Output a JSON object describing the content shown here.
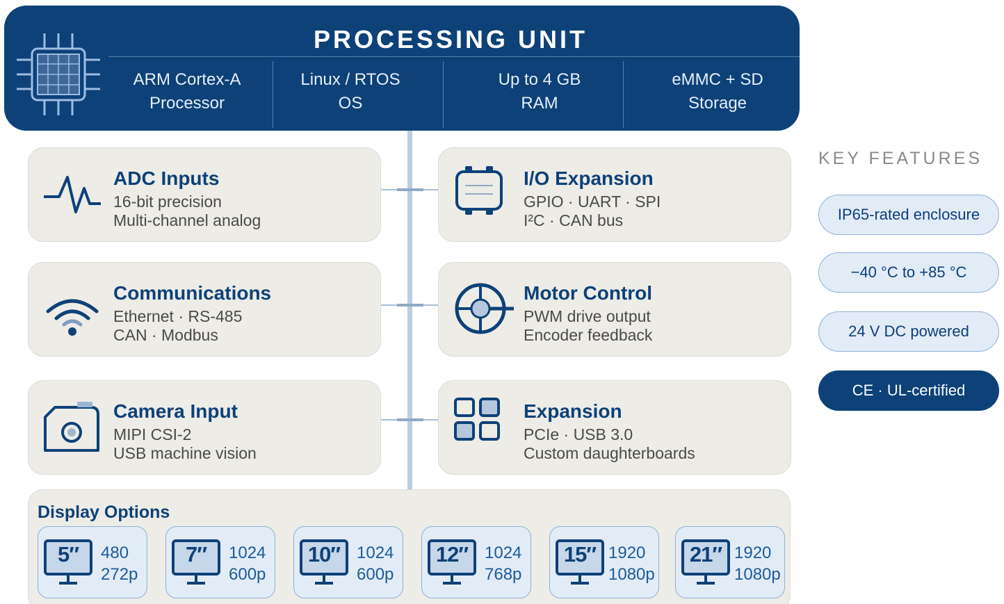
{
  "header": {
    "title": "PROCESSING UNIT",
    "specs": [
      {
        "line1": "ARM Cortex-A",
        "line2": "Processor"
      },
      {
        "line1": "Linux / RTOS",
        "line2": "OS"
      },
      {
        "line1": "Up to 4 GB",
        "line2": "RAM"
      },
      {
        "line1": "eMMC + SD",
        "line2": "Storage"
      }
    ]
  },
  "modules": [
    {
      "icon": "waveform-icon",
      "title": "ADC Inputs",
      "line1": "16-bit precision",
      "line2": "Multi-channel analog"
    },
    {
      "icon": "io-board-icon",
      "title": "I/O Expansion",
      "line1": "GPIO · UART · SPI",
      "line2": "I²C · CAN bus"
    },
    {
      "icon": "wifi-icon",
      "title": "Communications",
      "line1": "Ethernet · RS-485",
      "line2": "CAN · Modbus"
    },
    {
      "icon": "motor-icon",
      "title": "Motor Control",
      "line1": "PWM drive output",
      "line2": "Encoder feedback"
    },
    {
      "icon": "camera-icon",
      "title": "Camera Input",
      "line1": "MIPI CSI-2",
      "line2": "USB machine vision"
    },
    {
      "icon": "grid-icon",
      "title": "Expansion",
      "line1": "PCIe · USB 3.0",
      "line2": "Custom daughterboards"
    }
  ],
  "display_options": {
    "title": "Display Options",
    "items": [
      {
        "size": "5″",
        "res1": "480",
        "res2": "272p"
      },
      {
        "size": "7″",
        "res1": "1024",
        "res2": "600p"
      },
      {
        "size": "10″",
        "res1": "1024",
        "res2": "600p"
      },
      {
        "size": "12″",
        "res1": "1024",
        "res2": "768p"
      },
      {
        "size": "15″",
        "res1": "1920",
        "res2": "1080p"
      },
      {
        "size": "21″",
        "res1": "1920",
        "res2": "1080p"
      }
    ]
  },
  "key_features": {
    "title": "KEY FEATURES",
    "items": [
      "IP65-rated enclosure",
      "−40 °C to +85 °C",
      "24 V DC powered",
      "CE · UL-certified"
    ]
  },
  "colors": {
    "primary": "#0d4178",
    "card_bg": "#edece7",
    "pill_bg": "#e2ecf7",
    "spine": "#bccde0"
  }
}
